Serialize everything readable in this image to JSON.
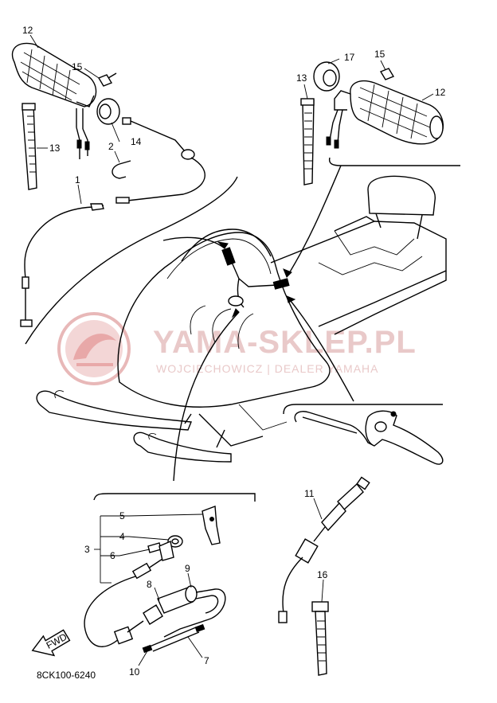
{
  "diagram_code": "8CK100-6240",
  "fwd_label": "FWD",
  "watermark": {
    "brand": "YAMA-SKLEP.PL",
    "tagline": "WOJCIECHOWICZ | DEALER YAMAHA",
    "logo_color": "#e8b8b8",
    "text_color": "#e9c9c9"
  },
  "callouts": [
    {
      "id": "c12a",
      "label": "12"
    },
    {
      "id": "c15a",
      "label": "15"
    },
    {
      "id": "c13a",
      "label": "13"
    },
    {
      "id": "c2",
      "label": "2"
    },
    {
      "id": "c14",
      "label": "14"
    },
    {
      "id": "c1",
      "label": "1"
    },
    {
      "id": "c17",
      "label": "17"
    },
    {
      "id": "c15b",
      "label": "15"
    },
    {
      "id": "c13b",
      "label": "13"
    },
    {
      "id": "c12b",
      "label": "12"
    },
    {
      "id": "c11",
      "label": "11"
    },
    {
      "id": "c16",
      "label": "16"
    },
    {
      "id": "c5",
      "label": "5"
    },
    {
      "id": "c4",
      "label": "4"
    },
    {
      "id": "c3",
      "label": "3"
    },
    {
      "id": "c6",
      "label": "6"
    },
    {
      "id": "c9",
      "label": "9"
    },
    {
      "id": "c8",
      "label": "8"
    },
    {
      "id": "c10",
      "label": "10"
    },
    {
      "id": "c7",
      "label": "7"
    }
  ]
}
